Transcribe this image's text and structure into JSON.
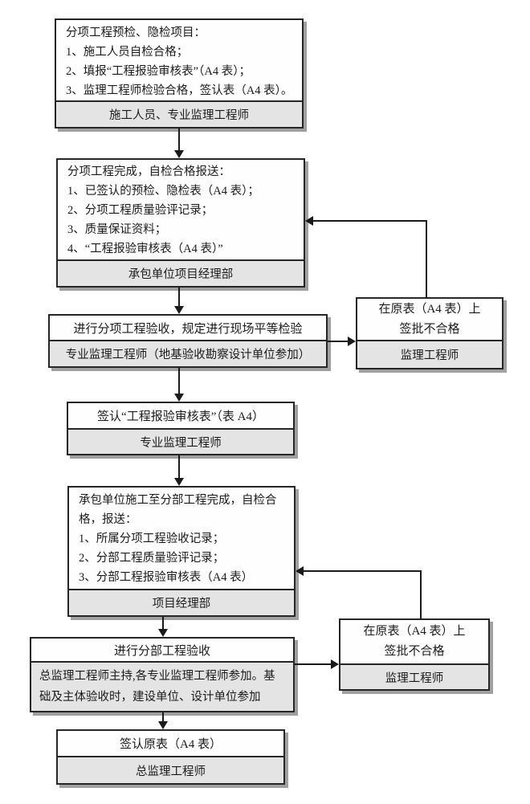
{
  "colors": {
    "background": "#ffffff",
    "box_fill": "#fefefe",
    "box_border": "#262626",
    "footer_fill": "#e4e4e4",
    "shadow": "#a0a0a0",
    "line": "#1a1a1a",
    "text": "#1b1b1b"
  },
  "boxes": {
    "b1": {
      "lines": [
        "分项工程预检、隐检项目：",
        "1、施工人员自检合格；",
        "2、填报“工程报验审核表”（A4 表）；",
        "3、监理工程师检验合格，签认表（A4 表）。"
      ],
      "footer": "施工人员、专业监理工程师"
    },
    "b2": {
      "lines": [
        "分项工程完成，自检合格报送：",
        "1、已签认的预检、隐检表（A4 表）；",
        "2、分项工程质量验评记录；",
        "3、质量保证资料；",
        "4、“工程报验审核表（A4 表）”"
      ],
      "footer": "承包单位项目经理部"
    },
    "b3": {
      "title": "进行分项工程验收，规定进行现场平等检验",
      "footer": "专业监理工程师（地基验收勘察设计单位参加）"
    },
    "r1": {
      "lines": [
        "在原表（A4 表）上",
        "签批不合格"
      ],
      "footer": "监理工程师"
    },
    "b4": {
      "title": "签认“工程报验审核表”（表 A4）",
      "footer": "专业监理工程师"
    },
    "b5": {
      "lines": [
        "承包单位施工至分部工程完成，自检合格，报送：",
        "1、所属分项工程验收记录；",
        "2、分部工程质量验评记录；",
        "3、分部工程报验审核表（A4 表）"
      ],
      "footer": "项目经理部"
    },
    "b6": {
      "title": "进行分部工程验收",
      "footer": "总监理工程师主持,各专业监理工程师参加。基础及主体验收时，建设单位、设计单位参加"
    },
    "r2": {
      "lines": [
        "在原表（A4 表）上",
        "签批不合格"
      ],
      "footer": "监理工程师"
    },
    "b7": {
      "title": "签认原表（A4 表）",
      "footer": "总监理工程师"
    }
  }
}
